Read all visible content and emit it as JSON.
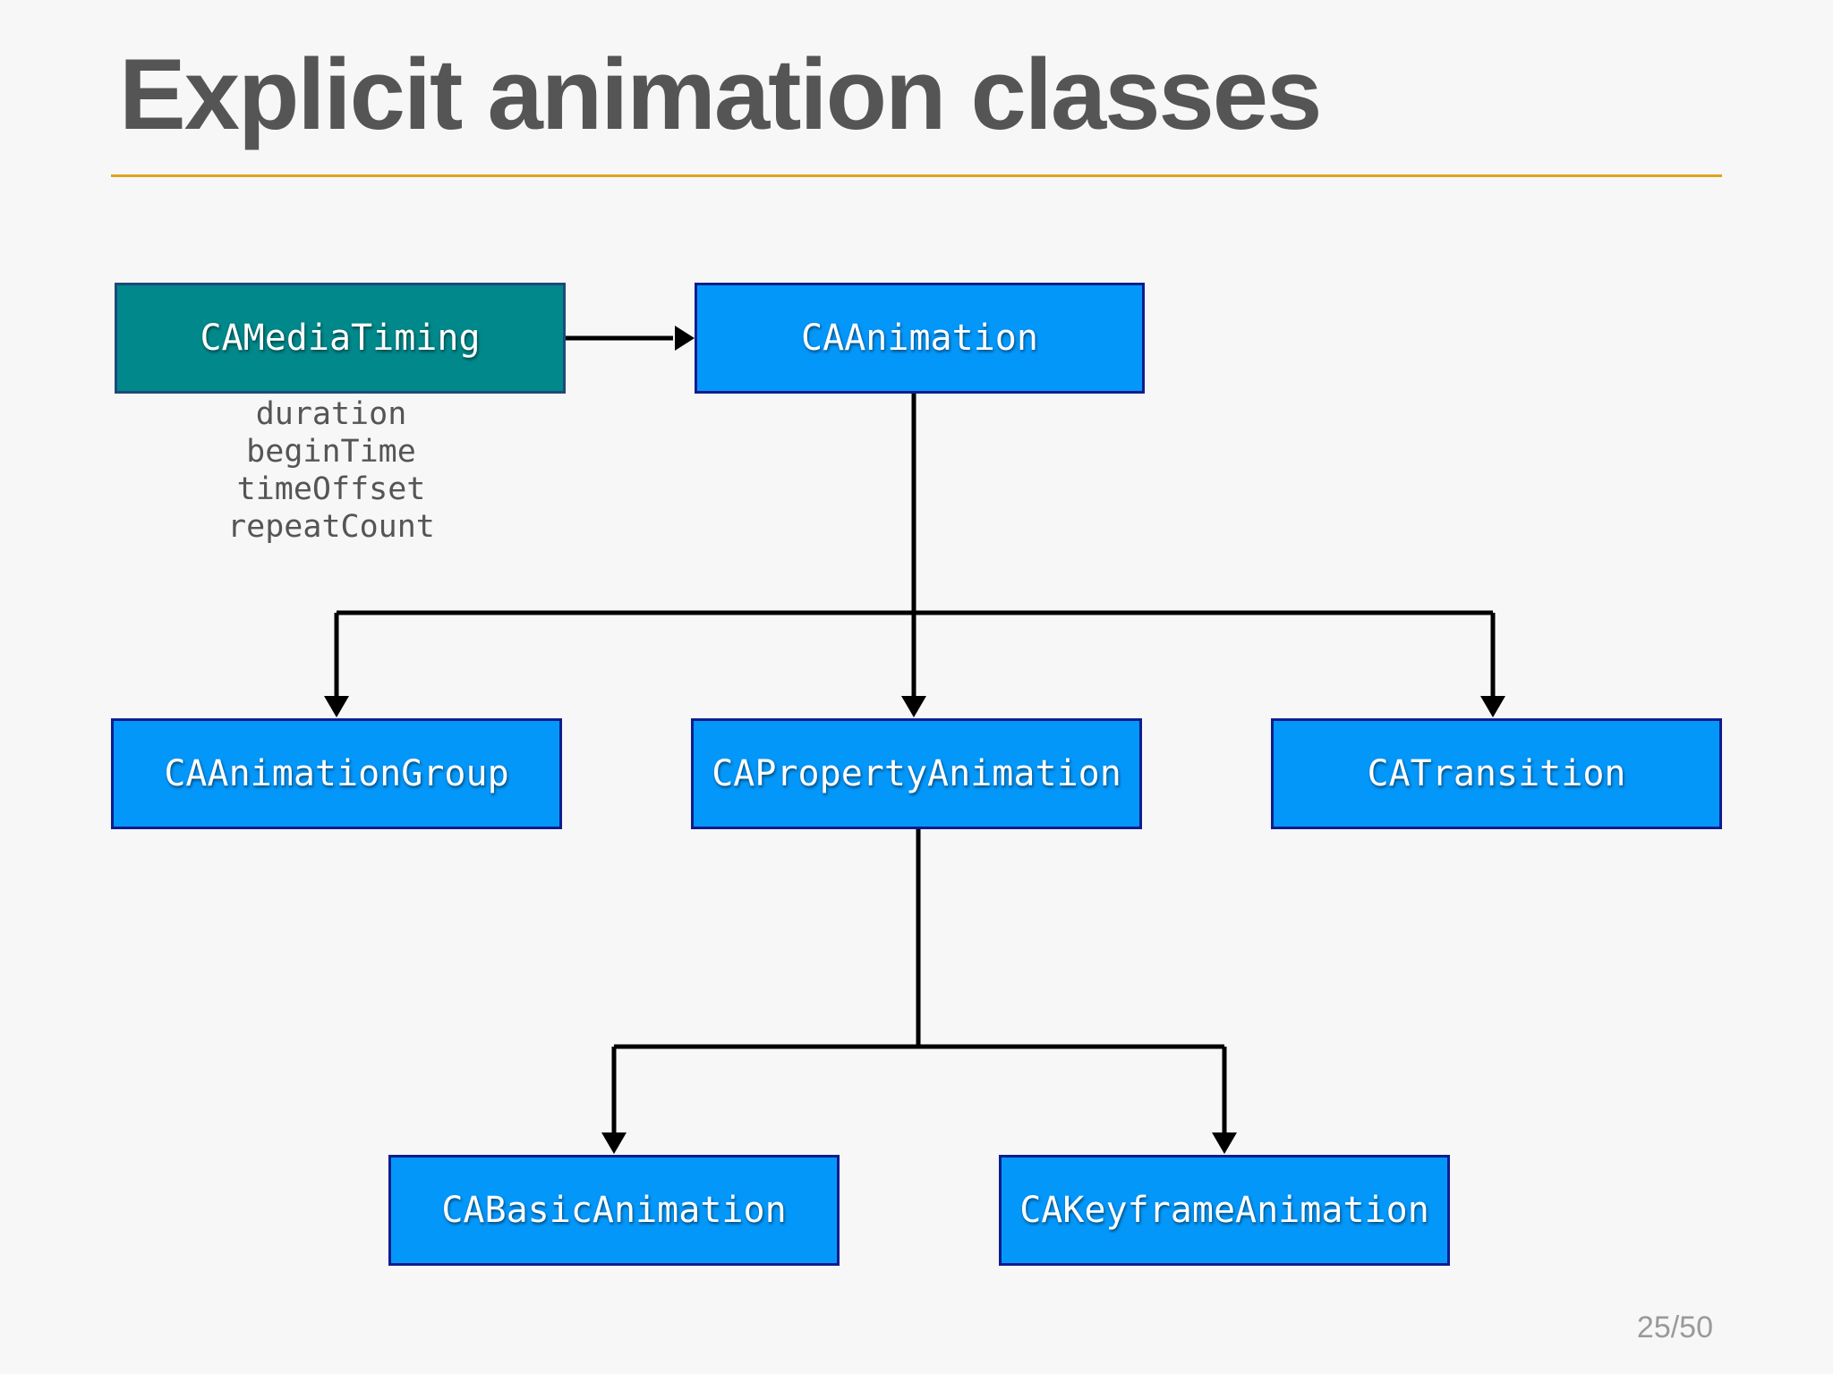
{
  "slide": {
    "title": "Explicit animation classes",
    "page_number": "25/50"
  },
  "colors": {
    "title_text": "#555555",
    "rule": "#dfa21f",
    "protocol_fill": "#00888a",
    "protocol_border": "#1d4a7a",
    "class_fill": "#0497fa",
    "class_border": "#0f1d8c",
    "connector": "#000000",
    "property_text": "#555555"
  },
  "diagram": {
    "protocol": {
      "label": "CAMediaTiming",
      "properties": [
        "duration",
        "beginTime",
        "timeOffset",
        "repeatCount"
      ]
    },
    "classes": {
      "animation": "CAAnimation",
      "animation_group": "CAAnimationGroup",
      "property_animation": "CAPropertyAnimation",
      "transition": "CATransition",
      "basic_animation": "CABasicAnimation",
      "keyframe_animation": "CAKeyframeAnimation"
    },
    "relations": [
      {
        "from": "CAMediaTiming",
        "to": "CAAnimation"
      },
      {
        "from": "CAAnimation",
        "to": "CAAnimationGroup"
      },
      {
        "from": "CAAnimation",
        "to": "CAPropertyAnimation"
      },
      {
        "from": "CAAnimation",
        "to": "CATransition"
      },
      {
        "from": "CAPropertyAnimation",
        "to": "CABasicAnimation"
      },
      {
        "from": "CAPropertyAnimation",
        "to": "CAKeyframeAnimation"
      }
    ]
  }
}
